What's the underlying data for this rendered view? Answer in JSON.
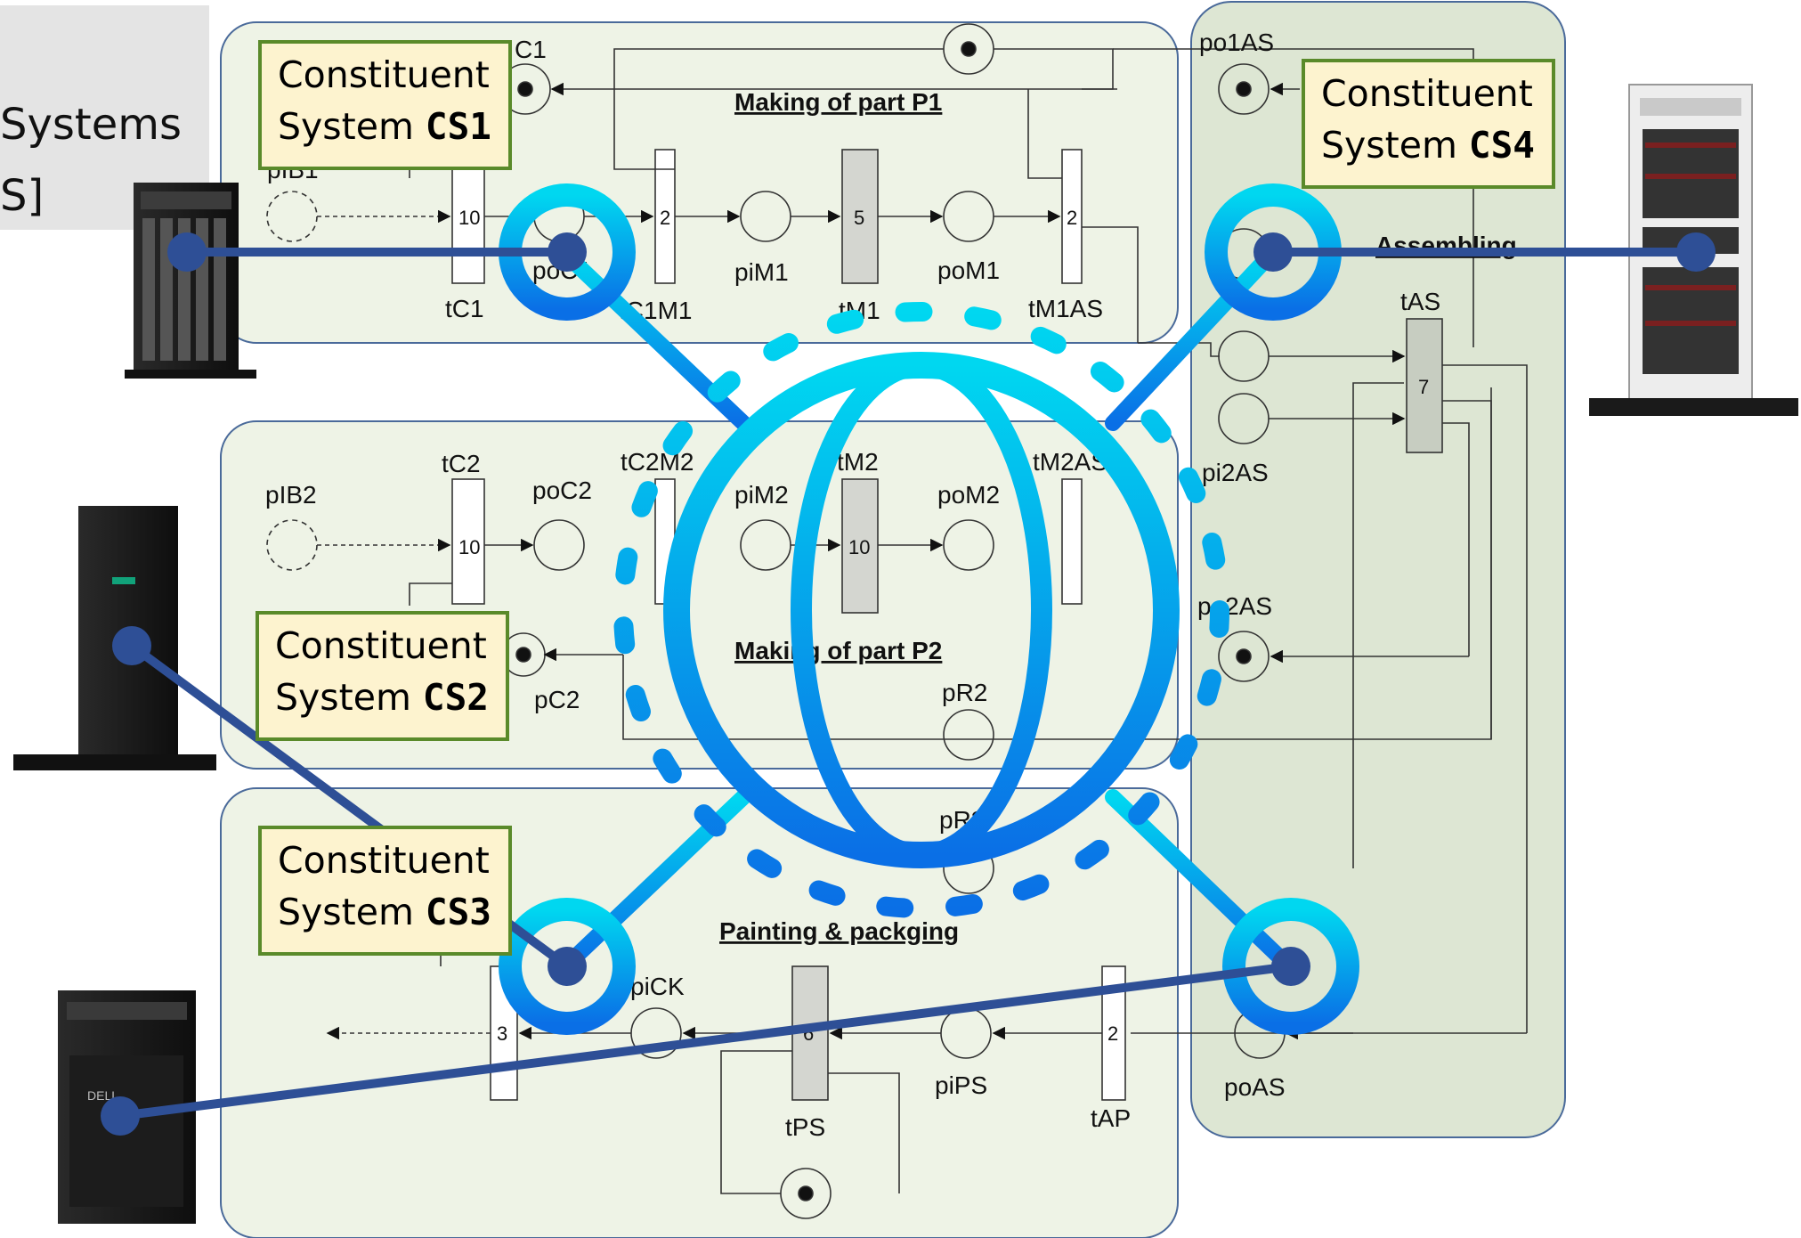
{
  "left_label": {
    "line1": "Systems",
    "line2": "S]"
  },
  "constituent_systems": [
    {
      "prefix_line1": "Constituent",
      "prefix_line2": "System ",
      "id": "CS1"
    },
    {
      "prefix_line1": "Constituent",
      "prefix_line2": "System ",
      "id": "CS2"
    },
    {
      "prefix_line1": "Constituent",
      "prefix_line2": "System ",
      "id": "CS3"
    },
    {
      "prefix_line1": "Constituent",
      "prefix_line2": "System ",
      "id": "CS4"
    }
  ],
  "petri_net": {
    "section_titles": {
      "p1": "Making of part P1",
      "p2": "Making of part P2",
      "painting": "Painting & packging",
      "assembling": "Assembling"
    },
    "labels": {
      "tC1": "tC1",
      "pIB1": "pIB1",
      "poC1": "poC1",
      "tC1M1": "tC1M1",
      "piM1": "piM1",
      "tM1": "tM1",
      "poM1": "poM1",
      "tM1AS": "tM1AS",
      "C1": "C1",
      "po1AS": "po1AS",
      "tAS": "tAS",
      "tC2": "tC2",
      "pIB2": "pIB2",
      "poC2": "poC2",
      "tC2M2": "tC2M2",
      "tM2": "tM2",
      "piM2": "piM2",
      "poM2": "poM2",
      "tM2AS": "tM2AS",
      "pi2AS": "pi2AS",
      "po2AS": "po2AS",
      "pC2": "pC2",
      "pR2": "pR2",
      "pR3": "pR3",
      "piCK": "piCK",
      "tPS": "tPS",
      "piPS": "piPS",
      "tAP": "tAP",
      "poAS": "poAS"
    },
    "weights": {
      "w_tC1": "10",
      "w_tC1M1": "2",
      "w_tM1": "5",
      "w_tM1AS": "2",
      "w_tC2": "10",
      "w_tM2": "10",
      "w_tAS": "7",
      "w_tPK": "3",
      "w_tPS": "6",
      "w_tAP": "2"
    }
  },
  "colors": {
    "net_panel": "#eef3e6",
    "assembly_panel": "#dde6d3",
    "panel_border": "#4a6a9a",
    "globe_top": "#00d7f0",
    "globe_bottom": "#0a6fe6",
    "link_line": "#2e4f96",
    "cs_box_bg": "#fdf3cf",
    "cs_box_border": "#5a8a2a"
  },
  "icons": [
    "globe-network-icon",
    "tower-server-icon"
  ]
}
